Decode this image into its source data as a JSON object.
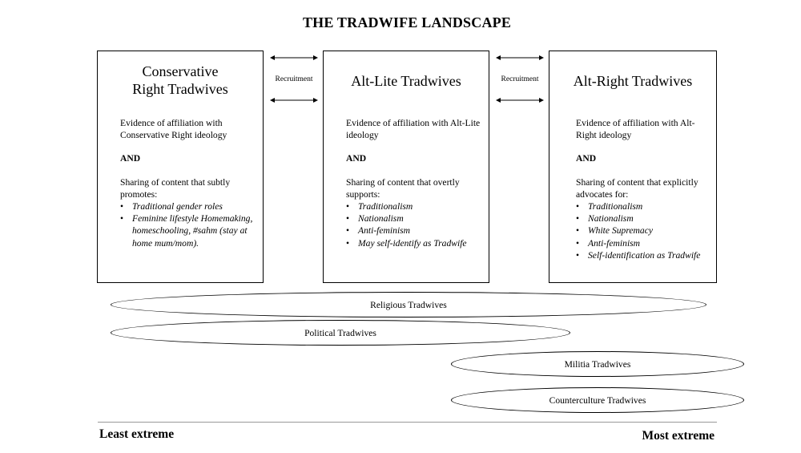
{
  "title": "THE TRADWIFE LANDSCAPE",
  "connectors": [
    {
      "label": "Recruitment"
    },
    {
      "label": "Recruitment"
    }
  ],
  "boxes": [
    {
      "title_lines": [
        "Conservative",
        "Right Tradwives"
      ],
      "evidence": "Evidence of affiliation with Conservative Right ideology",
      "and": "AND",
      "sharing": "Sharing of content that subtly promotes:",
      "items": [
        "Traditional gender roles",
        "Feminine lifestyle Homemaking, homeschooling, #sahm (stay at home mum/mom)."
      ]
    },
    {
      "title_lines": [
        "Alt-Lite Tradwives"
      ],
      "evidence": "Evidence of affiliation with Alt-Lite ideology",
      "and": "AND",
      "sharing": "Sharing of content that overtly supports:",
      "items": [
        "Traditionalism",
        "Nationalism",
        "Anti-feminism",
        "May self-identify as Tradwife"
      ]
    },
    {
      "title_lines": [
        "Alt-Right Tradwives"
      ],
      "evidence": "Evidence of affiliation with Alt-Right ideology",
      "and": "AND",
      "sharing": "Sharing of content that explicitly advocates for:",
      "items": [
        "Traditionalism",
        "Nationalism",
        "White Supremacy",
        "Anti-feminism",
        "Self-identification as Tradwife"
      ]
    }
  ],
  "groups": [
    {
      "label": "Religious Tradwives"
    },
    {
      "label": "Political Tradwives"
    },
    {
      "label": "Militia Tradwives"
    },
    {
      "label": "Counterculture Tradwives"
    }
  ],
  "scale": {
    "left_label": "Least extreme",
    "right_label": "Most extreme"
  }
}
